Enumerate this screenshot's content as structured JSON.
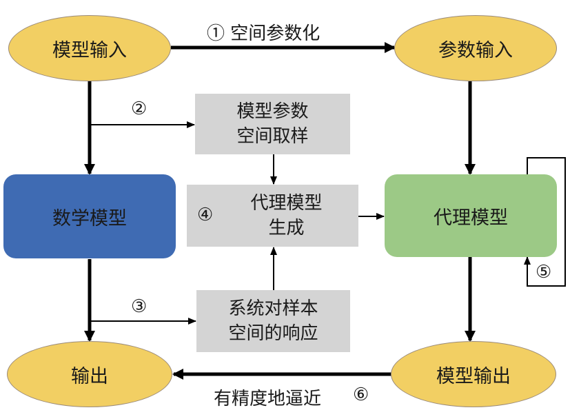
{
  "diagram": {
    "nodes": {
      "model_input": "模型输入",
      "param_input": "参数输入",
      "math_model": "数学模型",
      "surrogate_model": "代理模型",
      "output": "输出",
      "model_output": "模型输出",
      "param_sampling_line1": "模型参数",
      "param_sampling_line2": "空间取样",
      "surrogate_gen_line1": "代理模型",
      "surrogate_gen_line2": "生成",
      "response_line1": "系统对样本",
      "response_line2": "空间的响应"
    },
    "edges": {
      "step1_label": "① 空间参数化",
      "step2_num": "②",
      "step3_num": "③",
      "step4_num": "④",
      "step5_num": "⑤",
      "step6_label": "有精度地逼近",
      "step6_num": "⑥"
    },
    "colors": {
      "ellipse": "#f2cf63",
      "math_model": "#3f6bb3",
      "surrogate_model": "#9cc986",
      "process_box": "#d4d4d4"
    }
  }
}
